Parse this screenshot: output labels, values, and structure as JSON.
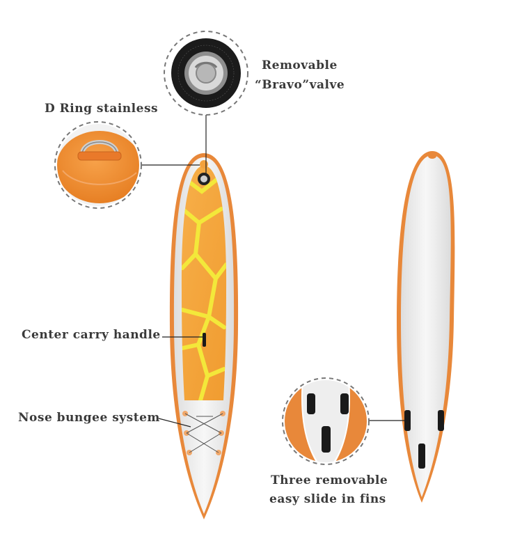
{
  "labels": {
    "valve_line1": "Removable",
    "valve_line2": "“Bravo”valve",
    "d_ring": "D Ring stainless",
    "handle": "Center carry handle",
    "bungee": "Nose bungee system",
    "fins_line1": "Three removable",
    "fins_line2": "easy slide in fins"
  },
  "valve_ring_text": "Maximum Recommended Pressure 15PSI / 1 Bar · Inflatable Stand Up Paddle Board",
  "colors": {
    "board_orange": "#f3a23c",
    "board_edge": "#e8883a",
    "deck_yellow": "#f3e83a",
    "board_white": "#f2f2f2",
    "label_text": "#3a3a3a"
  }
}
